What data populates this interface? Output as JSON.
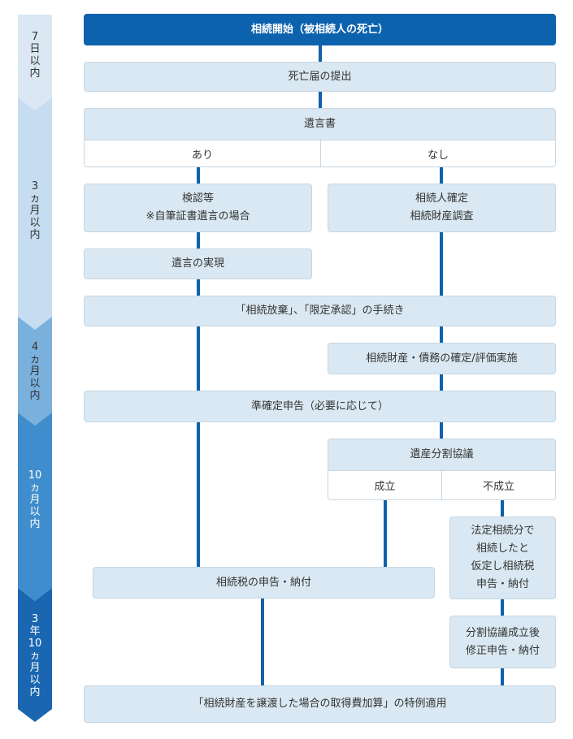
{
  "timeline": [
    {
      "id": "7d",
      "chars": [
        "7",
        "日",
        "以",
        "内"
      ],
      "color": "#dbe8f3",
      "light": false
    },
    {
      "id": "3m",
      "chars": [
        "3",
        "ヵ",
        "月",
        "以",
        "内"
      ],
      "color": "#c6dcf0",
      "light": false
    },
    {
      "id": "4m",
      "chars": [
        "4",
        "ヵ",
        "月",
        "以",
        "内"
      ],
      "color": "#7ab0dc",
      "light": false
    },
    {
      "id": "10m",
      "chars": [
        "10",
        "ヵ",
        "月",
        "以",
        "内"
      ],
      "color": "#3f8dcc",
      "light": true
    },
    {
      "id": "3y10m",
      "chars": [
        "3",
        "年",
        "10",
        "ヵ",
        "月",
        "以",
        "内"
      ],
      "color": "#1a66b0",
      "light": true
    }
  ],
  "flow": {
    "start": "相続開始（被相続人の死亡）",
    "death_notice": "死亡届の提出",
    "will": {
      "title": "遺言書",
      "yes": "あり",
      "no": "なし"
    },
    "probate": {
      "line1": "検認等",
      "line2": "※自筆証書遺言の場合"
    },
    "heir_confirm": {
      "line1": "相続人確定",
      "line2": "相続財産調査"
    },
    "will_execution": "遺言の実現",
    "renunciation": "「相続放棄」、「限定承認」の手続き",
    "asset_valuation": "相続財産・債務の確定/評価実施",
    "quasi_final_return": "準確定申告（必要に応じて）",
    "division": {
      "title": "遺産分割協議",
      "success": "成立",
      "failure": "不成立"
    },
    "provisional": [
      "法定相続分で",
      "相続したと",
      "仮定し相続税",
      "申告・納付"
    ],
    "tax_filing": "相続税の申告・納付",
    "amended": {
      "line1": "分割協議成立後",
      "line2": "修正申告・納付"
    },
    "special_rule": "「相続財産を譲渡した場合の取得費加算」の特例適用"
  }
}
